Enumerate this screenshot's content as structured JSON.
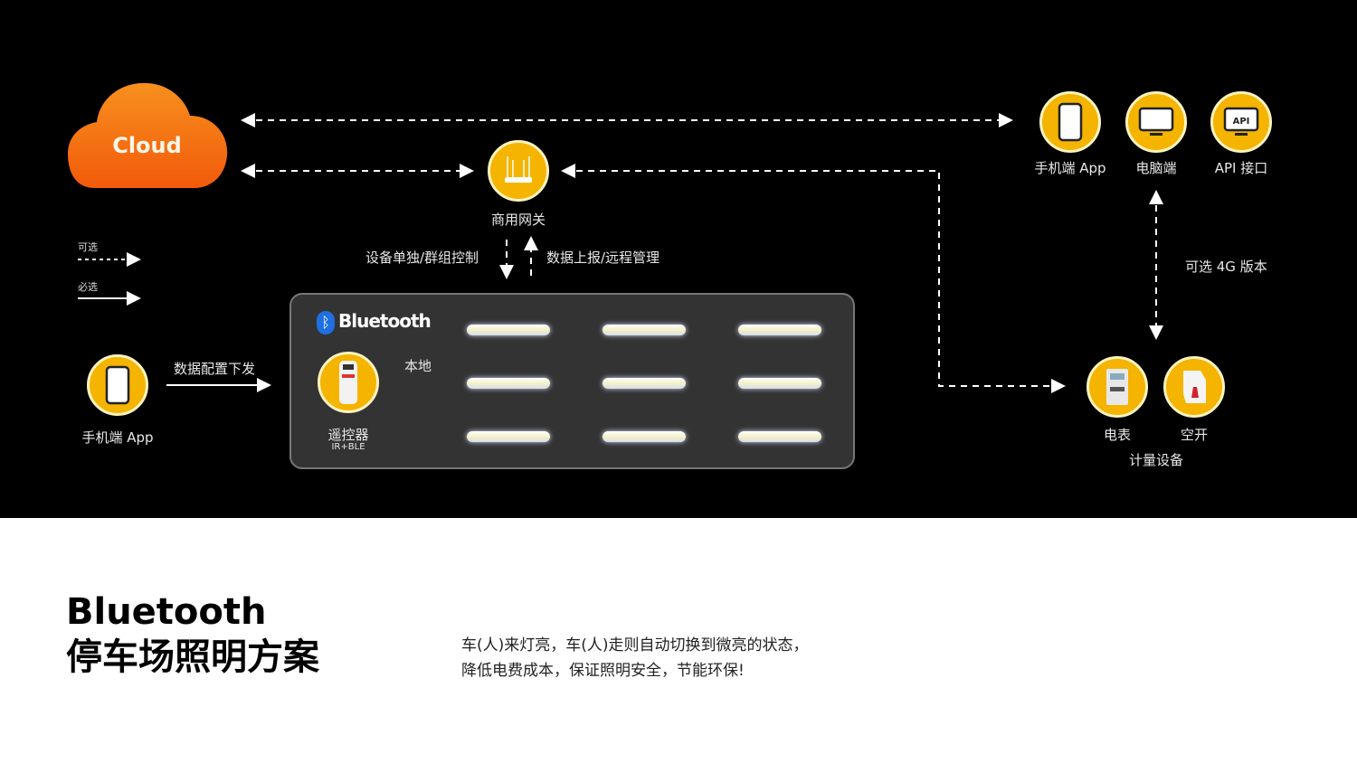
{
  "cloud": {
    "label": "Cloud"
  },
  "gateway": {
    "label": "商用网关"
  },
  "clients": [
    {
      "label": "手机端 App",
      "icon": "phone-icon"
    },
    {
      "label": "电脑端",
      "icon": "monitor-icon"
    },
    {
      "label": "API 接口",
      "icon": "api-monitor-icon",
      "badge": "API"
    }
  ],
  "legend": {
    "optional": "可选",
    "required": "必选"
  },
  "links": {
    "control": "设备单独/群组控制",
    "report": "数据上报/远程管理",
    "config": "数据配置下发",
    "local": "本地",
    "fourg": "可选 4G 版本"
  },
  "left_app": {
    "label": "手机端 App"
  },
  "panel": {
    "brand": "Bluetooth",
    "remote": "遥控器",
    "remote_sub": "IR+BLE"
  },
  "meters": {
    "items": [
      {
        "label": "电表",
        "icon": "electric-meter-icon"
      },
      {
        "label": "空开",
        "icon": "circuit-breaker-icon"
      }
    ],
    "group": "计量设备"
  },
  "footer": {
    "title_line1": "Bluetooth",
    "title_line2": "停车场照明方案",
    "desc_line1": "车(人)来灯亮，车(人)走则自动切换到微亮的状态，",
    "desc_line2": "降低电费成本，保证照明安全，节能环保!"
  },
  "colors": {
    "accent": "#f5b400",
    "cloud": "#f26a10",
    "panel": "#333333"
  }
}
